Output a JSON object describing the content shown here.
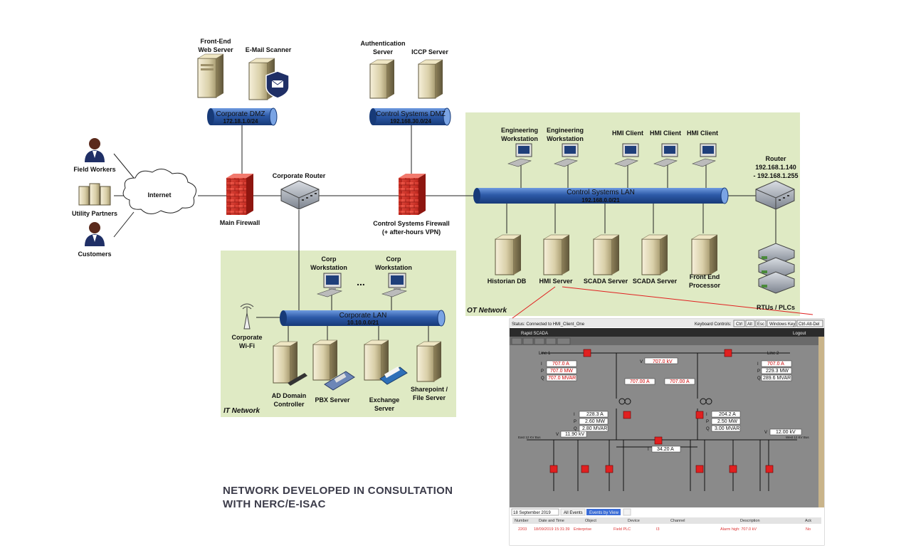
{
  "zones": {
    "it": "IT Network",
    "ot": "OT Network"
  },
  "external": {
    "field_workers": "Field Workers",
    "utility_partners": "Utility Partners",
    "customers": "Customers",
    "internet": "Internet"
  },
  "dmz": {
    "front_end_web_l1": "Front-End",
    "front_end_web_l2": "Web Server",
    "email_scanner": "E-Mail Scanner",
    "corp_dmz_name": "Corporate DMZ",
    "corp_dmz_net": "172.18.1.0/24",
    "auth_l1": "Authentication",
    "auth_l2": "Server",
    "iccp": "ICCP Server",
    "cs_dmz_name": "Control Systems DMZ",
    "cs_dmz_net": "192.168.30.0/24"
  },
  "core": {
    "main_firewall": "Main Firewall",
    "corp_router": "Corporate Router",
    "cs_firewall_l1": "Control Systems Firewall",
    "cs_firewall_l2": "(+ after-hours VPN)"
  },
  "it_net": {
    "corp_ws": "Corp",
    "corp_ws2": "Workstation",
    "ellipsis": "...",
    "lan_name": "Corporate LAN",
    "lan_net": "10.10.0.0/21",
    "wifi_l1": "Corporate",
    "wifi_l2": "Wi-Fi",
    "ad_l1": "AD Domain",
    "ad_l2": "Controller",
    "pbx": "PBX Server",
    "exch_l1": "Exchange",
    "exch_l2": "Server",
    "sp_l1": "Sharepoint /",
    "sp_l2": "File Server"
  },
  "ot_net": {
    "eng_ws_l1": "Engineering",
    "eng_ws_l2": "Workstation",
    "hmi_client": "HMI Client",
    "router_l1": "Router",
    "router_l2": "192.168.1.140",
    "router_l3": "- 192.168.1.255",
    "lan_name": "Control Systems LAN",
    "lan_net": "192.168.0.0/21",
    "historian": "Historian DB",
    "hmi_server": "HMI Server",
    "scada": "SCADA Server",
    "fep_l1": "Front End",
    "fep_l2": "Processor",
    "rtus": "RTUs / PLCs"
  },
  "hmi": {
    "status": "Status: Connected to HMI_Client_One",
    "keyboard": "Keyboard Controls:",
    "keys": [
      "Ctrl",
      "Alt",
      "Esc",
      "Windows Key",
      "Ctrl-Alt-Del"
    ],
    "app_title": "Rapid SCADA",
    "login": "Logout",
    "line1": "Line 1",
    "line2": "Line 2",
    "l1_i": "707.0 A",
    "l1_p": "707.0 MW",
    "l1_q": "707.0 MVAR",
    "l2_i": "707.0 A",
    "l2_p": "229.3 MW",
    "l2_q": "289.6 MVAR",
    "bus_v": "707.0 kV",
    "mid_a1": "707.00 A",
    "mid_a2": "707.00 A",
    "t1_i": "228.3 A",
    "t1_p": "2.60 MW",
    "t1_q": "2.80 MVAR",
    "t2_i": "204.2 A",
    "t2_p": "2.50 MW",
    "t2_q": "3.00 MVAR",
    "east_v": "11.90 kV",
    "west_v": "12.00 kV",
    "tie_a": "34.20 A",
    "east_bus": "East 12 KV Bus",
    "west_bus": "West 12 KV Bus",
    "date": "18 September 2019",
    "tab_all": "All Events",
    "tab_view": "Events by View",
    "cols": [
      "Number",
      "Date and Time",
      "Object",
      "Device",
      "Channel",
      "Description",
      "Ack"
    ],
    "row1": [
      "2203",
      "18/09/2019 15:31:39",
      "Enterprise",
      "Field PLC",
      "I3",
      "Alarm high: 707.0 kV",
      "No"
    ]
  },
  "caption": {
    "line1": "NETWORK DEVELOPED IN CONSULTATION",
    "line2": "WITH NERC/E-ISAC"
  },
  "colors": {
    "zone_green": "#dfeac4",
    "pipe_blue": "#3a67b5",
    "firewall_red": "#e0352b",
    "hmi_gray": "#8a8a8a",
    "alarm_red": "#e02020"
  }
}
